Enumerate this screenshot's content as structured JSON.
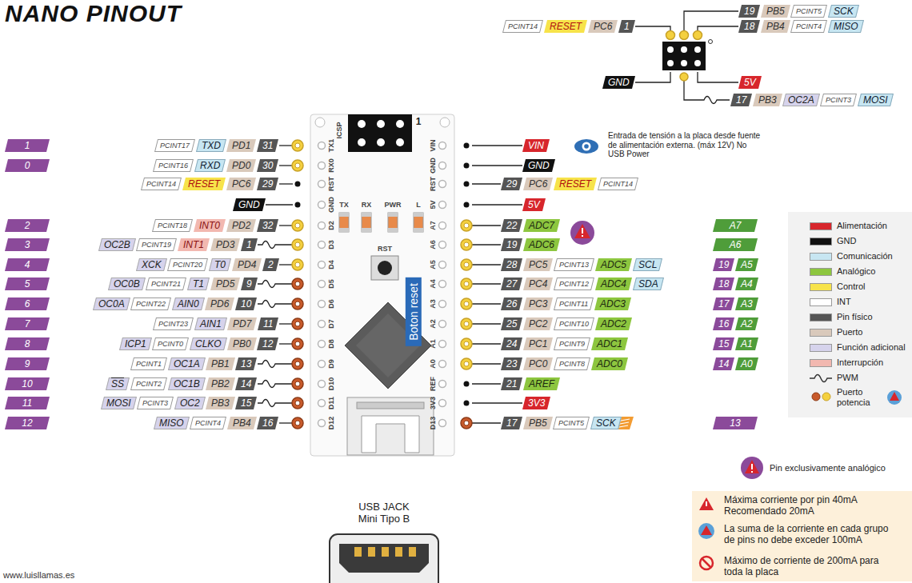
{
  "diagram": {
    "title": "NANO PINOUT",
    "nodes": [
      {
        "text": [
          "19"
        ]
      },
      {
        "text": [
          "PB5"
        ]
      },
      {
        "text": [
          "PCINT5"
        ]
      },
      {
        "text": [
          "SCK"
        ]
      },
      {
        "text": [
          "PCINT14"
        ]
      },
      {
        "text": [
          "RESET"
        ]
      },
      {
        "text": [
          "PC6"
        ]
      },
      {
        "text": [
          "1"
        ]
      },
      {
        "text": [
          "18"
        ]
      },
      {
        "text": [
          "PB4"
        ]
      },
      {
        "text": [
          "PCINT4"
        ]
      },
      {
        "text": [
          "MISO"
        ]
      },
      {
        "text": [
          "GND"
        ]
      },
      {
        "text": [
          "5V"
        ]
      },
      {
        "text": [
          "17"
        ]
      },
      {
        "text": [
          "PB3"
        ]
      },
      {
        "text": [
          "OC2A"
        ]
      },
      {
        "text": [
          "PCINT3"
        ]
      },
      {
        "text": [
          "MOSI"
        ]
      },
      {
        "text": [
          "1"
        ]
      },
      {
        "text": [
          "PCINT17"
        ]
      },
      {
        "text": [
          "TXD"
        ]
      },
      {
        "text": [
          "PD1"
        ]
      },
      {
        "text": [
          "31"
        ]
      },
      {
        "text": [
          "VIN"
        ]
      },
      {
        "text": [
          "0"
        ]
      },
      {
        "text": [
          "PCINT16"
        ]
      },
      {
        "text": [
          "RXD"
        ]
      },
      {
        "text": [
          "PD0"
        ]
      },
      {
        "text": [
          "30"
        ]
      },
      {
        "text": [
          "GND"
        ]
      },
      {
        "text": [
          "PCINT14"
        ]
      },
      {
        "text": [
          "RESET"
        ]
      },
      {
        "text": [
          "PC6"
        ]
      },
      {
        "text": [
          "29"
        ]
      },
      {
        "text": [
          "29"
        ]
      },
      {
        "text": [
          "PC6"
        ]
      },
      {
        "text": [
          "RESET"
        ]
      },
      {
        "text": [
          "PCINT14"
        ]
      },
      {
        "text": [
          "GND"
        ]
      },
      {
        "text": [
          "5V"
        ]
      },
      {
        "text": [
          "2"
        ]
      },
      {
        "text": [
          "PCINT18"
        ]
      },
      {
        "text": [
          "INT0"
        ]
      },
      {
        "text": [
          "PD2"
        ]
      },
      {
        "text": [
          "32"
        ]
      },
      {
        "text": [
          "22"
        ]
      },
      {
        "text": [
          "ADC7"
        ]
      },
      {
        "text": [
          "A7"
        ]
      },
      {
        "text": [
          "3"
        ]
      },
      {
        "text": [
          "OC2B"
        ]
      },
      {
        "text": [
          "PCINT19"
        ]
      },
      {
        "text": [
          "INT1"
        ]
      },
      {
        "text": [
          "PD3"
        ]
      },
      {
        "text": [
          "1"
        ]
      },
      {
        "text": [
          "19"
        ]
      },
      {
        "text": [
          "ADC6"
        ]
      },
      {
        "text": [
          "A6"
        ]
      },
      {
        "text": [
          "4"
        ]
      },
      {
        "text": [
          "XCK"
        ]
      },
      {
        "text": [
          "PCINT20"
        ]
      },
      {
        "text": [
          "T0"
        ]
      },
      {
        "text": [
          "PD4"
        ]
      },
      {
        "text": [
          "2"
        ]
      },
      {
        "text": [
          "28"
        ]
      },
      {
        "text": [
          "PC5"
        ]
      },
      {
        "text": [
          "PCINT13"
        ]
      },
      {
        "text": [
          "ADC5"
        ]
      },
      {
        "text": [
          "SCL"
        ]
      },
      {
        "text": [
          "19"
        ]
      },
      {
        "text": [
          "A5"
        ]
      },
      {
        "text": [
          "5"
        ]
      },
      {
        "text": [
          "OC0B"
        ]
      },
      {
        "text": [
          "PCINT21"
        ]
      },
      {
        "text": [
          "T1"
        ]
      },
      {
        "text": [
          "PD5"
        ]
      },
      {
        "text": [
          "9"
        ]
      },
      {
        "text": [
          "27"
        ]
      },
      {
        "text": [
          "PC4"
        ]
      },
      {
        "text": [
          "PCINT12"
        ]
      },
      {
        "text": [
          "ADC4"
        ]
      },
      {
        "text": [
          "SDA"
        ]
      },
      {
        "text": [
          "18"
        ]
      },
      {
        "text": [
          "A4"
        ]
      },
      {
        "text": [
          "6"
        ]
      },
      {
        "text": [
          "OC0A"
        ]
      },
      {
        "text": [
          "PCINT22"
        ]
      },
      {
        "text": [
          "AIN0"
        ]
      },
      {
        "text": [
          "PD6"
        ]
      },
      {
        "text": [
          "10"
        ]
      },
      {
        "text": [
          "26"
        ]
      },
      {
        "text": [
          "PC3"
        ]
      },
      {
        "text": [
          "PCINT11"
        ]
      },
      {
        "text": [
          "ADC3"
        ]
      },
      {
        "text": [
          "17"
        ]
      },
      {
        "text": [
          "A3"
        ]
      },
      {
        "text": [
          "7"
        ]
      },
      {
        "text": [
          "PCINT23"
        ]
      },
      {
        "text": [
          "AIN1"
        ]
      },
      {
        "text": [
          "PD7"
        ]
      },
      {
        "text": [
          "11"
        ]
      },
      {
        "text": [
          "25"
        ]
      },
      {
        "text": [
          "PC2"
        ]
      },
      {
        "text": [
          "PCINT10"
        ]
      },
      {
        "text": [
          "ADC2"
        ]
      },
      {
        "text": [
          "16"
        ]
      },
      {
        "text": [
          "A2"
        ]
      },
      {
        "text": [
          "8"
        ]
      },
      {
        "text": [
          "ICP1"
        ]
      },
      {
        "text": [
          "PCINT0"
        ]
      },
      {
        "text": [
          "CLKO"
        ]
      },
      {
        "text": [
          "PB0"
        ]
      },
      {
        "text": [
          "12"
        ]
      },
      {
        "text": [
          "24"
        ]
      },
      {
        "text": [
          "PC1"
        ]
      },
      {
        "text": [
          "PCINT9"
        ]
      },
      {
        "text": [
          "ADC1"
        ]
      },
      {
        "text": [
          "15"
        ]
      },
      {
        "text": [
          "A1"
        ]
      },
      {
        "text": [
          "9"
        ]
      },
      {
        "text": [
          "PCINT1"
        ]
      },
      {
        "text": [
          "OC1A"
        ]
      },
      {
        "text": [
          "PB1"
        ]
      },
      {
        "text": [
          "13"
        ]
      },
      {
        "text": [
          "23"
        ]
      },
      {
        "text": [
          "PC0"
        ]
      },
      {
        "text": [
          "PCINT8"
        ]
      },
      {
        "text": [
          "ADC0"
        ]
      },
      {
        "text": [
          "14"
        ]
      },
      {
        "text": [
          "A0"
        ]
      },
      {
        "text": [
          "10"
        ]
      },
      {
        "text": [
          "SS"
        ]
      },
      {
        "text": [
          "PCINT2"
        ]
      },
      {
        "text": [
          "OC1B"
        ]
      },
      {
        "text": [
          "PB2"
        ]
      },
      {
        "text": [
          "14"
        ]
      },
      {
        "text": [
          "21"
        ]
      },
      {
        "text": [
          "AREF"
        ]
      },
      {
        "text": [
          "11"
        ]
      },
      {
        "text": [
          "MOSI"
        ]
      },
      {
        "text": [
          "PCINT3"
        ]
      },
      {
        "text": [
          "OC2"
        ]
      },
      {
        "text": [
          "PB3"
        ]
      },
      {
        "text": [
          "15"
        ]
      },
      {
        "text": [
          "3V3"
        ]
      },
      {
        "text": [
          "12"
        ]
      },
      {
        "text": [
          "MISO"
        ]
      },
      {
        "text": [
          "PCINT4"
        ]
      },
      {
        "text": [
          "PB4"
        ]
      },
      {
        "text": [
          "16"
        ]
      },
      {
        "text": [
          "17"
        ]
      },
      {
        "text": [
          "PB5"
        ]
      },
      {
        "text": [
          "PCINT5"
        ]
      },
      {
        "text": [
          "SCK"
        ]
      },
      {
        "text": [
          "13"
        ]
      },
      {
        "text": [
          "Boton reset"
        ]
      },
      {
        "text": [
          "Máxima corriente por pin 40mA Recomendado 20mA",
          "La suma de la corriente en cada grupo de pins no debe exceder 100mA",
          "Máximo de corriente de 200mA para toda la placa"
        ]
      }
    ],
    "labels": [
      "www.luisllamas.es",
      "Entrada de tensión a la placa desde fuente de alimentación externa. (máx 12V) No USB Power",
      "Pin exclusivamente analógico",
      "USB JACK Mini Tipo B",
      "ICSP",
      "1",
      "TX1",
      "RX0",
      "RST",
      "GND",
      "D2",
      "D3",
      "D4",
      "D5",
      "D6",
      "D7",
      "D8",
      "D9",
      "D10",
      "D11",
      "D12",
      "VIN",
      "GND",
      "RST",
      "5V",
      "A7",
      "A6",
      "A5",
      "A4",
      "A3",
      "A2",
      "A1",
      "A0",
      "REF",
      "3V3",
      "D13",
      "TX",
      "RX",
      "PWR",
      "L",
      "RST"
    ],
    "legend": [
      {
        "text": "Alimentación",
        "color": "#d7262c"
      },
      {
        "text": "GND",
        "color": "#111111"
      },
      {
        "text": "Comunicación",
        "color": "#c7e6f2"
      },
      {
        "text": "Analógico",
        "color": "#8dc63f"
      },
      {
        "text": "Control",
        "color": "#f7e34a"
      },
      {
        "text": "INT",
        "color": "#ffffff"
      },
      {
        "text": "Pin físico",
        "color": "#555555"
      },
      {
        "text": "Puerto",
        "color": "#d9c9bb"
      },
      {
        "text": "Función adicional",
        "color": "#d6d3ec"
      },
      {
        "text": "Interrupción",
        "color": "#f2b8b0"
      },
      {
        "text": "PWM"
      },
      {
        "text": "Puerto potencia"
      }
    ]
  }
}
